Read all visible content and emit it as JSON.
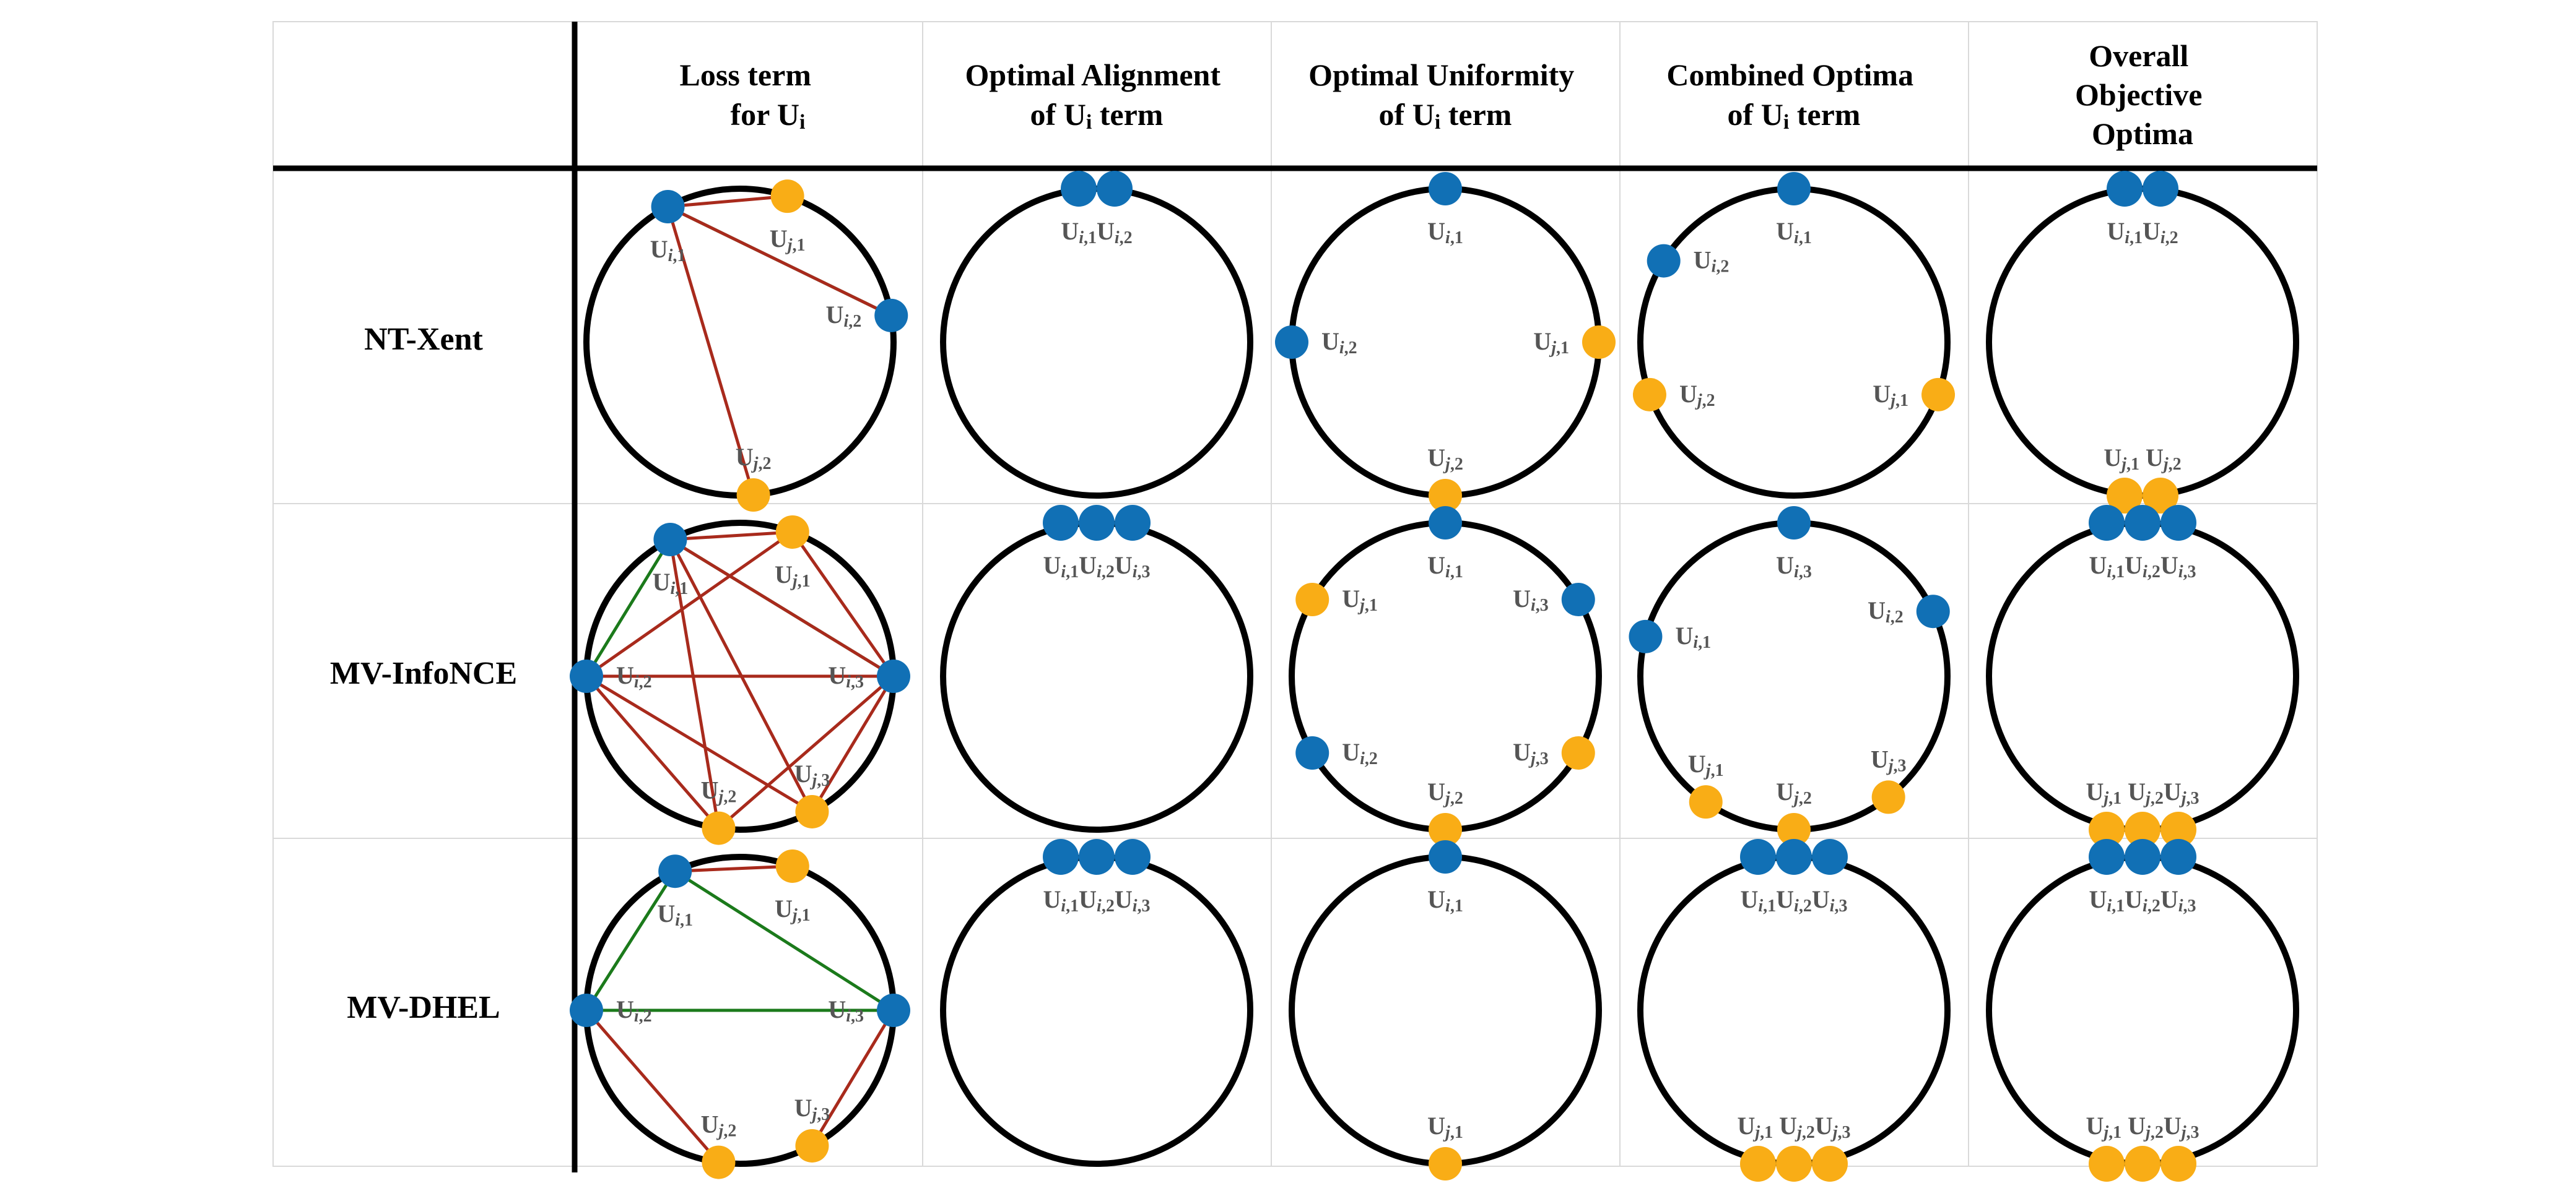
{
  "colors": {
    "blue": "#1170b5",
    "yellow": "#f9ad16",
    "green": "#1b7a1b",
    "red": "#a82a1c",
    "circle": "#000000"
  },
  "header": {
    "col1": [
      "Loss term",
      "for U_i"
    ],
    "col2": [
      "Optimal Alignment",
      "of U_i term"
    ],
    "col3": [
      "Optimal Uniformity",
      "of U_i term"
    ],
    "col4": [
      "Combined Optima",
      "of U_i term"
    ],
    "col5": [
      "Overall",
      "Objective",
      "Optima"
    ]
  },
  "rows": [
    {
      "label": "NT-Xent"
    },
    {
      "label": "MV-InfoNCE"
    },
    {
      "label": "MV-DHEL"
    }
  ],
  "cells": [
    [
      {
        "points": [
          {
            "id": "a",
            "c": "blue",
            "ang": 118,
            "label": "U_i,1",
            "lp": "below"
          },
          {
            "id": "b",
            "c": "yellow",
            "ang": 72,
            "label": "U_j,1",
            "lp": "below"
          },
          {
            "id": "c",
            "c": "blue",
            "ang": 10,
            "label": "U_i,2",
            "lp": "left"
          },
          {
            "id": "d",
            "c": "yellow",
            "ang": -85,
            "label": "U_j,2",
            "lp": "above"
          }
        ],
        "lines": [
          [
            "a",
            "c",
            "g"
          ],
          [
            "a",
            "b",
            "r"
          ],
          [
            "a",
            "c",
            "r"
          ],
          [
            "a",
            "d",
            "r"
          ]
        ]
      },
      {
        "clusters": [
          {
            "c": "blue",
            "ang": 90,
            "n": 2,
            "label": "U_i,1U_i,2",
            "lp": "below"
          }
        ]
      },
      {
        "points": [
          {
            "c": "blue",
            "ang": 90,
            "label": "U_i,1",
            "lp": "below"
          },
          {
            "c": "blue",
            "ang": 180,
            "label": "U_i,2",
            "lp": "right"
          },
          {
            "c": "yellow",
            "ang": 0,
            "label": "U_j,1",
            "lp": "left"
          },
          {
            "c": "yellow",
            "ang": -90,
            "label": "U_j,2",
            "lp": "above"
          }
        ]
      },
      {
        "points": [
          {
            "c": "blue",
            "ang": 90,
            "label": "U_i,1",
            "lp": "below"
          },
          {
            "c": "blue",
            "ang": 148,
            "label": "U_i,2",
            "lp": "right"
          },
          {
            "c": "yellow",
            "ang": -20,
            "label": "U_j,1",
            "lp": "left"
          },
          {
            "c": "yellow",
            "ang": -160,
            "label": "U_j,2",
            "lp": "right"
          }
        ]
      },
      {
        "clusters": [
          {
            "c": "blue",
            "ang": 90,
            "n": 2,
            "label": "U_i,1U_i,2",
            "lp": "below"
          },
          {
            "c": "yellow",
            "ang": -90,
            "n": 2,
            "label": "U_j,1 U_j,2",
            "lp": "above"
          }
        ]
      }
    ],
    [
      {
        "points": [
          {
            "id": "a",
            "c": "blue",
            "ang": 117,
            "label": "U_i,1",
            "lp": "below"
          },
          {
            "id": "b",
            "c": "yellow",
            "ang": 70,
            "label": "U_j,1",
            "lp": "below"
          },
          {
            "id": "c",
            "c": "blue",
            "ang": 180,
            "label": "U_i,2",
            "lp": "right"
          },
          {
            "id": "d",
            "c": "blue",
            "ang": 0,
            "label": "U_i,3",
            "lp": "left"
          },
          {
            "id": "e",
            "c": "yellow",
            "ang": -98,
            "label": "U_j,2",
            "lp": "above"
          },
          {
            "id": "f",
            "c": "yellow",
            "ang": -62,
            "label": "U_j,3",
            "lp": "above"
          }
        ],
        "lines": [
          [
            "a",
            "c",
            "g"
          ],
          [
            "a",
            "d",
            "g"
          ],
          [
            "c",
            "d",
            "g"
          ],
          [
            "a",
            "b",
            "r"
          ],
          [
            "a",
            "e",
            "r"
          ],
          [
            "a",
            "f",
            "r"
          ],
          [
            "c",
            "b",
            "r"
          ],
          [
            "c",
            "e",
            "r"
          ],
          [
            "c",
            "f",
            "r"
          ],
          [
            "d",
            "b",
            "r"
          ],
          [
            "d",
            "e",
            "r"
          ],
          [
            "d",
            "f",
            "r"
          ],
          [
            "a",
            "d",
            "r"
          ],
          [
            "c",
            "d",
            "r"
          ]
        ]
      },
      {
        "clusters": [
          {
            "c": "blue",
            "ang": 90,
            "n": 3,
            "label": "U_i,1U_i,2U_i,3",
            "lp": "below"
          }
        ]
      },
      {
        "points": [
          {
            "c": "blue",
            "ang": 90,
            "label": "U_i,1",
            "lp": "below"
          },
          {
            "c": "blue",
            "ang": 30,
            "label": "U_i,3",
            "lp": "left"
          },
          {
            "c": "blue",
            "ang": -150,
            "label": "U_i,2",
            "lp": "right"
          },
          {
            "c": "yellow",
            "ang": 150,
            "label": "U_j,1",
            "lp": "right"
          },
          {
            "c": "yellow",
            "ang": -30,
            "label": "U_j,3",
            "lp": "left"
          },
          {
            "c": "yellow",
            "ang": -90,
            "label": "U_j,2",
            "lp": "above"
          }
        ]
      },
      {
        "points": [
          {
            "c": "blue",
            "ang": 90,
            "label": "U_i,3",
            "lp": "below"
          },
          {
            "c": "blue",
            "ang": 165,
            "label": "U_i,1",
            "lp": "right"
          },
          {
            "c": "blue",
            "ang": 25,
            "label": "U_i,2",
            "lp": "left"
          },
          {
            "c": "yellow",
            "ang": -125,
            "label": "U_j,1",
            "lp": "above"
          },
          {
            "c": "yellow",
            "ang": -90,
            "label": "U_j,2",
            "lp": "above"
          },
          {
            "c": "yellow",
            "ang": -52,
            "label": "U_j,3",
            "lp": "above"
          }
        ]
      },
      {
        "clusters": [
          {
            "c": "blue",
            "ang": 90,
            "n": 3,
            "label": "U_i,1U_i,2U_i,3",
            "lp": "below"
          },
          {
            "c": "yellow",
            "ang": -90,
            "n": 3,
            "label": "U_j,1 U_j,2U_j,3",
            "lp": "above"
          }
        ]
      }
    ],
    [
      {
        "points": [
          {
            "id": "a",
            "c": "blue",
            "ang": 115,
            "label": "U_i,1",
            "lp": "below"
          },
          {
            "id": "b",
            "c": "yellow",
            "ang": 70,
            "label": "U_j,1",
            "lp": "below"
          },
          {
            "id": "c",
            "c": "blue",
            "ang": 180,
            "label": "U_i,2",
            "lp": "right"
          },
          {
            "id": "d",
            "c": "blue",
            "ang": 0,
            "label": "U_i,3",
            "lp": "left"
          },
          {
            "id": "e",
            "c": "yellow",
            "ang": -98,
            "label": "U_j,2",
            "lp": "above"
          },
          {
            "id": "f",
            "c": "yellow",
            "ang": -62,
            "label": "U_j,3",
            "lp": "above"
          }
        ],
        "lines": [
          [
            "a",
            "c",
            "g"
          ],
          [
            "a",
            "d",
            "g"
          ],
          [
            "c",
            "d",
            "g"
          ],
          [
            "a",
            "b",
            "r"
          ],
          [
            "c",
            "e",
            "r"
          ],
          [
            "d",
            "f",
            "r"
          ]
        ]
      },
      {
        "clusters": [
          {
            "c": "blue",
            "ang": 90,
            "n": 3,
            "label": "U_i,1U_i,2U_i,3",
            "lp": "below"
          }
        ]
      },
      {
        "points": [
          {
            "c": "blue",
            "ang": 90,
            "label": "U_i,1",
            "lp": "below"
          },
          {
            "c": "yellow",
            "ang": -90,
            "label": "U_j,1",
            "lp": "above"
          }
        ]
      },
      {
        "clusters": [
          {
            "c": "blue",
            "ang": 90,
            "n": 3,
            "label": "U_i,1U_i,2U_i,3",
            "lp": "below"
          },
          {
            "c": "yellow",
            "ang": -90,
            "n": 3,
            "label": "U_j,1 U_j,2U_j,3",
            "lp": "above"
          }
        ]
      },
      {
        "clusters": [
          {
            "c": "blue",
            "ang": 90,
            "n": 3,
            "label": "U_i,1U_i,2U_i,3",
            "lp": "below"
          },
          {
            "c": "yellow",
            "ang": -90,
            "n": 3,
            "label": "U_j,1 U_j,2U_j,3",
            "lp": "above"
          }
        ]
      }
    ]
  ]
}
